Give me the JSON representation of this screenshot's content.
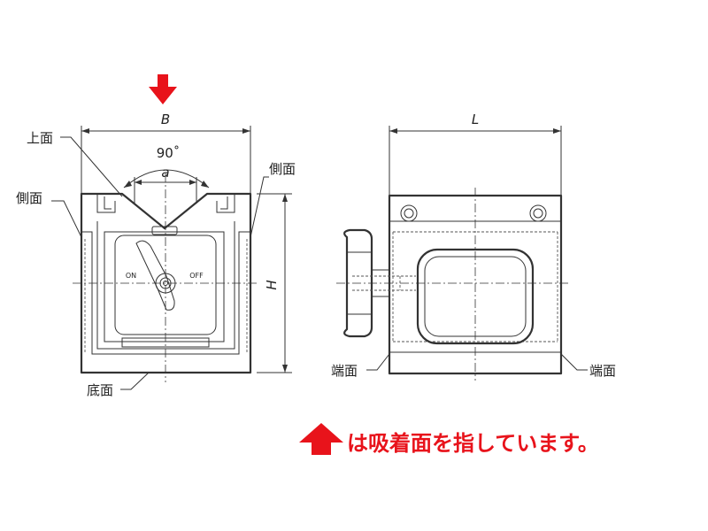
{
  "front_view": {
    "label_top_face": "上面",
    "label_side_left": "側面",
    "label_side_right": "側面",
    "label_bottom_face": "底面",
    "dim_width": "B",
    "dim_height": "H",
    "dim_angle": "90˚",
    "dim_a": "a",
    "switch_on": "ON",
    "switch_off": "OFF"
  },
  "side_view": {
    "dim_length": "L",
    "label_end_left": "端面",
    "label_end_right": "端面"
  },
  "legend": {
    "caption": "は吸着面を指しています。"
  },
  "colors": {
    "accent": "#e8131b",
    "line": "#333333"
  }
}
